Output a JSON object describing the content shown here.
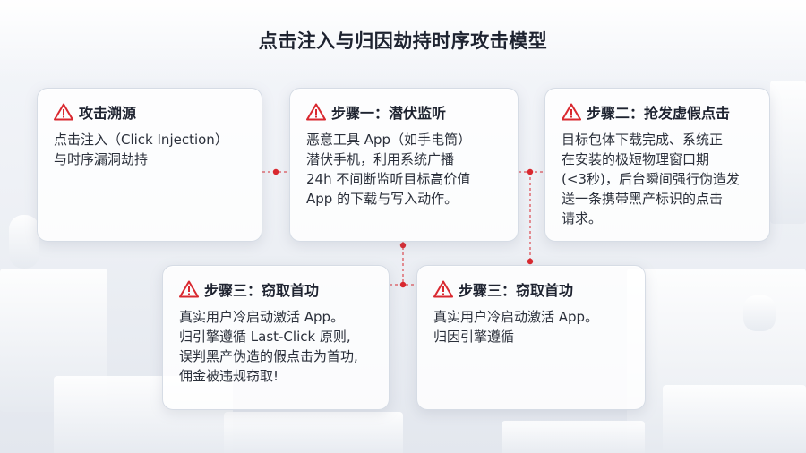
{
  "title": "点击注入与归因劫持时序攻击模型",
  "accent_color": "#d9282f",
  "cards": {
    "trace": {
      "icon": "warning-triangle-icon",
      "title": "攻击溯源",
      "lines": [
        "点击注入（Click Injection）",
        "与时序漏洞劫持"
      ]
    },
    "step1": {
      "icon": "warning-triangle-icon",
      "title": "步骤一：潜伏监听",
      "lines": [
        "恶意工具 App（如手电筒）",
        "潜伏手机，利用系统广播",
        "24h 不间断监听目标高价值",
        "App 的下载与写入动作。"
      ]
    },
    "step2": {
      "icon": "warning-triangle-icon",
      "title": "步骤二：抢发虚假点击",
      "lines": [
        "目标包体下载完成、系统正",
        "在安装的极短物理窗口期",
        "(<3秒)，后台瞬间强行伪造发",
        "送一条携带黑产标识的点击",
        "请求。"
      ]
    },
    "step3a": {
      "icon": "warning-triangle-icon",
      "title": "步骤三：窃取首功",
      "lines": [
        "真实用户冷启动激活 App。",
        "归引擎遵循 Last-Click 原则,",
        "误判黑产伪造的假点击为首功,",
        "佣金被违规窃取!"
      ]
    },
    "step3b": {
      "icon": "warning-triangle-icon",
      "title": "步骤三：窃取首功",
      "lines": [
        "真实用户冷启动激活 App。",
        "归因引擎遵循"
      ]
    }
  }
}
